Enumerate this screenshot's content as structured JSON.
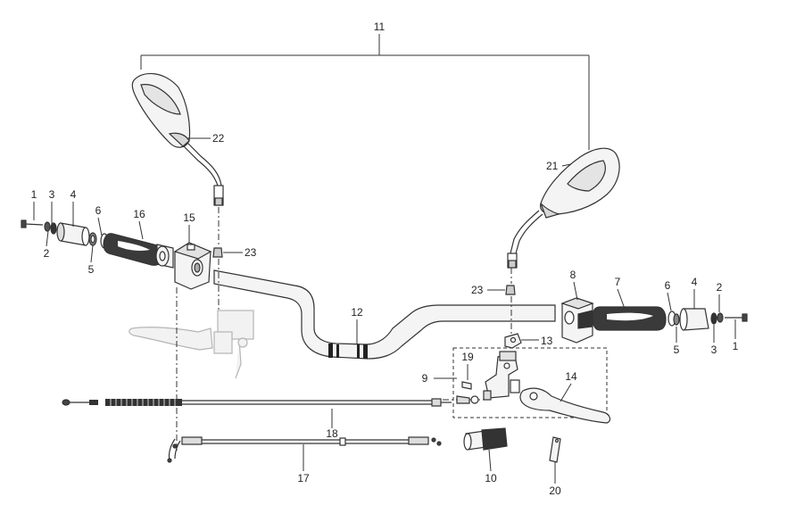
{
  "labels": {
    "p1": "1",
    "p2": "2",
    "p3": "3",
    "p4": "4",
    "p5": "5",
    "p6": "6",
    "p7": "7",
    "p8": "8",
    "p9": "9",
    "p10": "10",
    "p11": "11",
    "p12": "12",
    "p13": "13",
    "p14": "14",
    "p15": "15",
    "p16": "16",
    "p17": "17",
    "p18": "18",
    "p19": "19",
    "p20": "20",
    "p21": "21",
    "p22": "22",
    "p23": "23"
  },
  "colors": {
    "line": "#333333",
    "grip": "#3a3a3a",
    "ghost": "#b5b5b5",
    "fill": "#f4f4f4"
  }
}
